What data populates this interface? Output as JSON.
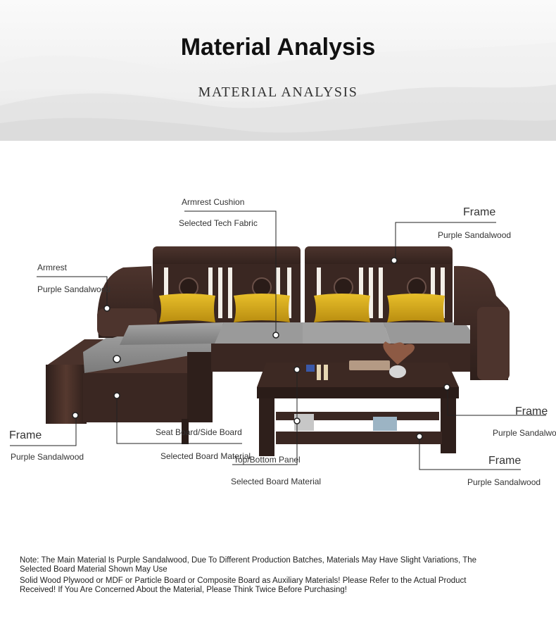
{
  "header": {
    "title": "Material Analysis",
    "subtitle": "MATERIAL ANALYSIS"
  },
  "callouts": {
    "armrest_cushion": {
      "title": "Armrest Cushion",
      "material": "Selected Tech Fabric"
    },
    "frame_top_right": {
      "title": "Frame",
      "material": "Purple Sandalwood"
    },
    "armrest": {
      "title": "Armrest",
      "material": "Purple Sandalwood"
    },
    "frame_right": {
      "title": "Frame",
      "material": "Purple Sandalwood"
    },
    "frame_left": {
      "title": "Frame",
      "material": "Purple Sandalwood"
    },
    "seat_board": {
      "title": "Seat Board/Side Board",
      "material": "Selected Board Material"
    },
    "top_bottom_panel": {
      "title": "Top/Bottom Panel",
      "material": "Selected Board Material"
    },
    "frame_bottom_right": {
      "title": "Frame",
      "material": "Purple Sandalwood"
    }
  },
  "notes": {
    "line1": "Note: The Main Material Is Purple Sandalwood, Due To Different Production Batches, Materials May Have Slight Variations, The",
    "line2": "Selected Board Material Shown May Use",
    "line3": "Solid Wood Plywood or MDF or Particle Board or Composite Board as Auxiliary Materials! Please Refer to the Actual Product",
    "line4": "Received! If You Are Concerned About the Material, Please Think Twice Before Purchasing!"
  },
  "colors": {
    "wood_dark": "#3a2722",
    "wood_mid": "#4d342d",
    "cushion_gray": "#8d8d8d",
    "pillow_yellow": "#d9ad1a"
  }
}
